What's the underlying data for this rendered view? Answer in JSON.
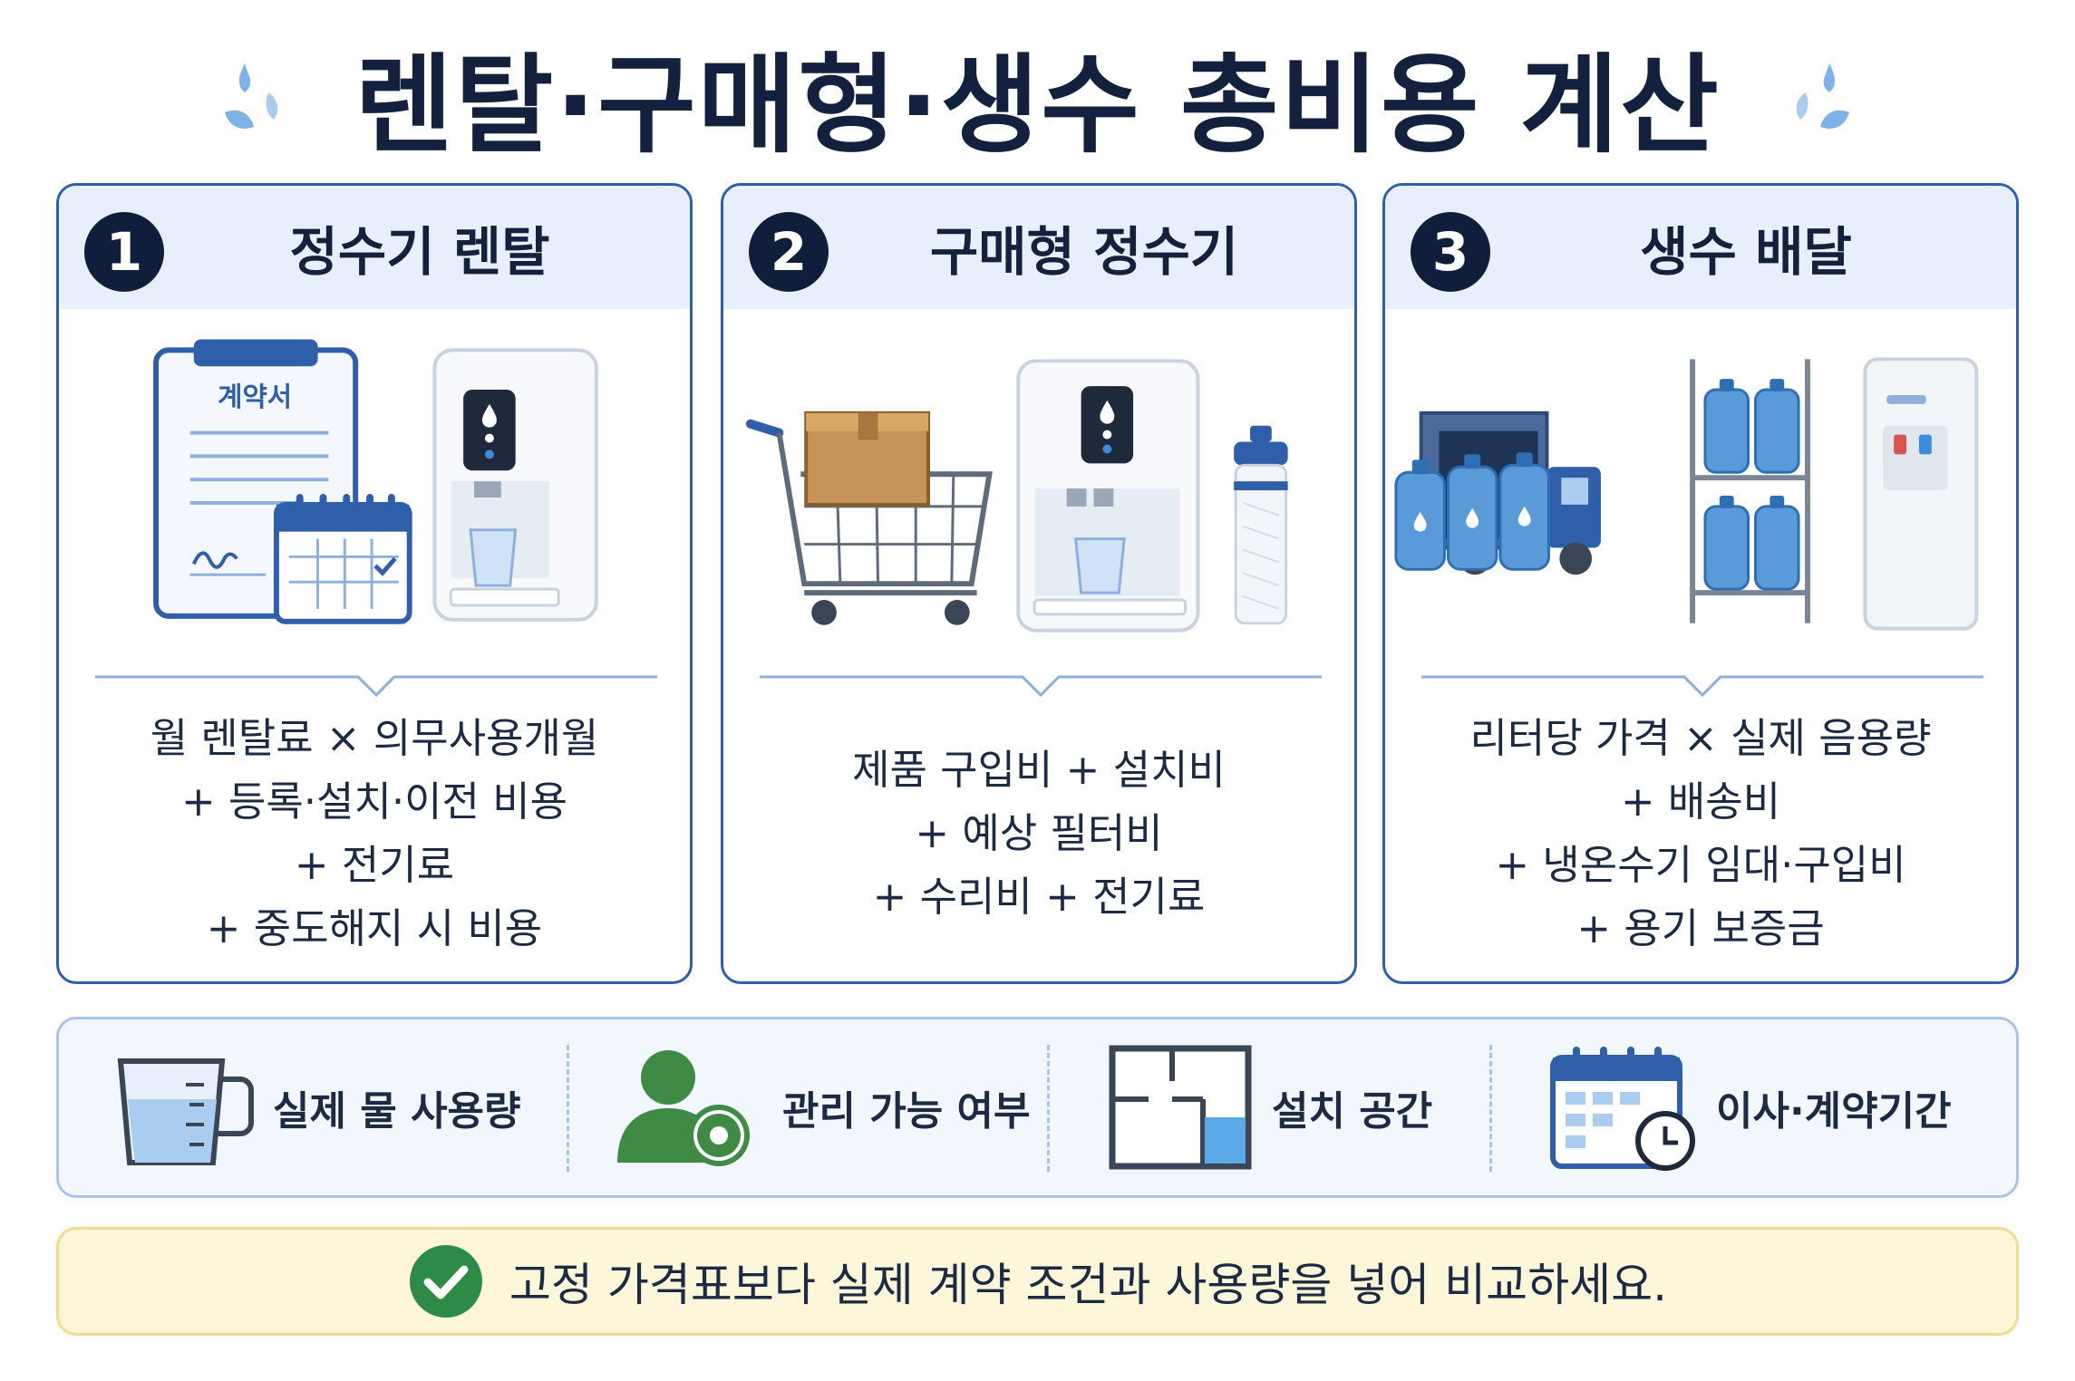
{
  "title": "렌탈·구매형·생수 총비용 계산",
  "cards": [
    {
      "number": "1",
      "title": "정수기 렌탈",
      "art_label": "계약서",
      "formula": [
        "월 렌탈료 × 의무사용개월",
        "+ 등록·설치·이전 비용",
        "+ 전기료",
        "+ 중도해지 시 비용"
      ]
    },
    {
      "number": "2",
      "title": "구매형 정수기",
      "formula": [
        "제품 구입비 + 설치비",
        "+ 예상 필터비",
        "+ 수리비 + 전기료"
      ]
    },
    {
      "number": "3",
      "title": "생수 배달",
      "formula": [
        "리터당 가격 × 실제 음용량",
        "+ 배송비",
        "+ 냉온수기 임대·구입비",
        "+ 용기 보증금"
      ]
    }
  ],
  "factors": [
    {
      "icon": "measuring-cup-icon",
      "label": "실제 물 사용량"
    },
    {
      "icon": "person-gear-icon",
      "label": "관리 가능 여부"
    },
    {
      "icon": "floor-plan-icon",
      "label": "설치 공간"
    },
    {
      "icon": "calendar-clock-icon",
      "label": "이사·계약기간"
    }
  ],
  "note": {
    "icon": "check-circle-icon",
    "text": "고정 가격표보다 실제 계약 조건과 사용량을 넣어 비교하세요."
  },
  "colors": {
    "navy": "#13213f",
    "accent_blue": "#2e5fa8",
    "light_blue": "#e6effb",
    "note_bg": "#fdf6d8",
    "check_green": "#2e8b46"
  }
}
